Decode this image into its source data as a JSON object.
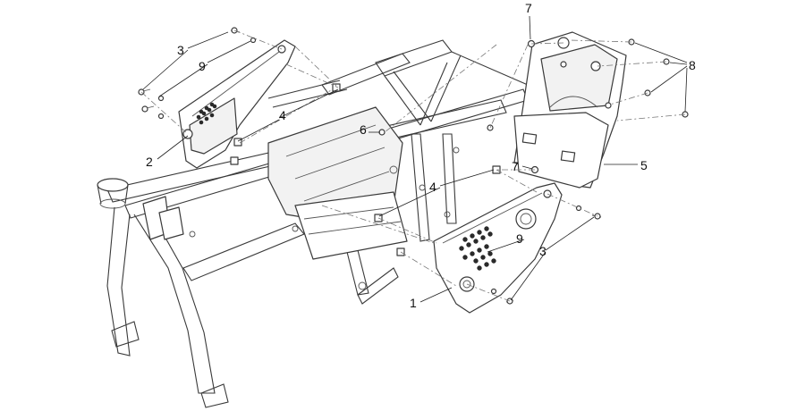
{
  "callouts": {
    "c7_top": "7",
    "c3_left": "3",
    "c9_left": "9",
    "c8": "8",
    "c4_upper": "4",
    "c6": "6",
    "c2": "2",
    "c5": "5",
    "c7_mid": "7",
    "c4_lower": "4",
    "c9_right": "9",
    "c3_right": "3",
    "c1": "1"
  }
}
